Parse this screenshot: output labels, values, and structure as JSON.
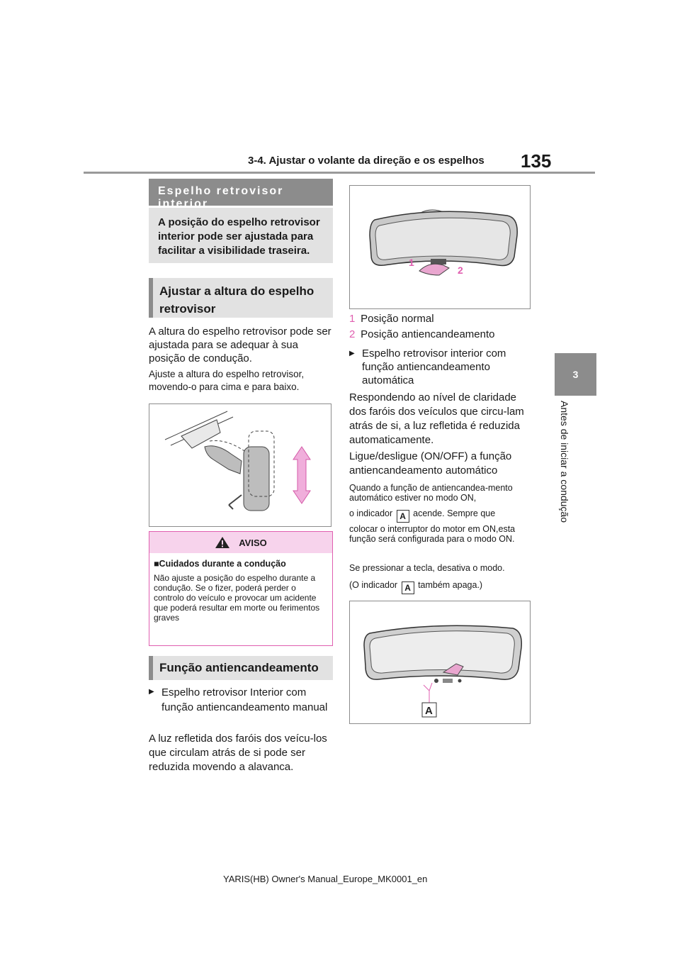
{
  "header": {
    "section": "3-4. Ajustar o volante da direção e os espelhos",
    "page_number": "135"
  },
  "chapter_tab": {
    "number": "3",
    "title": "Antes de iniciar a condução"
  },
  "left": {
    "main_heading": "Espelho retrovisor interior",
    "intro": "A posição do espelho retrovisor interior pode ser ajustada para facilitar a visibilidade traseira.",
    "adjust_heading": "Ajustar a altura do espelho retrovisor",
    "adjust_p1": "A altura do espelho retrovisor pode ser ajustada para se adequar à sua posição de condução.",
    "adjust_p2": "Ajuste a altura do espelho retrovisor, movendo-o para cima e para baixo.",
    "aviso": {
      "label": "AVISO",
      "title": "■Cuidados durante a condução",
      "body": "Não ajuste a posição do espelho durante a condução. Se o fizer, poderá perder o controlo do veículo e provocar um acidente que poderá resultar em morte ou ferimentos graves"
    },
    "antiglare_heading": "Função antiencandeamento",
    "manual_item": "Espelho retrovisor Interior com função antiencandeamento manual",
    "manual_text": "A luz refletida dos faróis dos veícu-los que circulam atrás de si pode ser reduzida movendo a alavanca."
  },
  "right": {
    "fig1_labels": [
      "1",
      "2"
    ],
    "positions": [
      {
        "num": "1",
        "label": "Posição normal"
      },
      {
        "num": "2",
        "label": "Posição antiencandeamento"
      }
    ],
    "auto_item": "Espelho retrovisor interior com função antiencandeamento automática",
    "auto_p1": "Respondendo ao nível de claridade dos faróis dos veículos que circu-lam atrás de si, a luz refletida é reduzida automaticamente.",
    "auto_p2": "Ligue/desligue (ON/OFF) a função antiencandeamento automático",
    "small1": "Quando a função de antiencandea-mento automático estiver no modo ON,",
    "small2_pre": "o indicador",
    "small2_post": "acende. Sempre que",
    "small3": "colocar o interruptor do motor em ON,esta função será configurada para o modo ON.",
    "small4": "Se pressionar a tecla, desativa o modo.",
    "small5_pre": "(O indicador",
    "small5_post": "também apaga.)",
    "indicator": "A",
    "fig2_label": "A"
  },
  "footer": "YARIS(HB) Owner's Manual_Europe_MK0001_en",
  "colors": {
    "accent": "#e05fb0",
    "heading_bg": "#8c8c8c",
    "box_bg": "#e2e2e2",
    "aviso_bg": "#f7d3ec"
  }
}
